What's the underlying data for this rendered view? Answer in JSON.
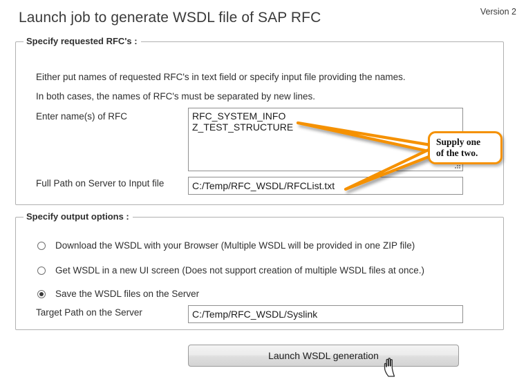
{
  "header": {
    "title": "Launch job to generate WSDL file of SAP RFC",
    "version": "Version 2"
  },
  "rfc_section": {
    "legend": "Specify requested RFC's :",
    "info_line_1": "Either put names of requested RFC's in text field or specify input file providing the names.",
    "info_line_2": "In both cases, the names of RFC's must be separated by new lines.",
    "rfc_names_label": "Enter name(s) of RFC",
    "rfc_names_value": "RFC_SYSTEM_INFO\nZ_TEST_STRUCTURE",
    "rfc_names_placeholder": "",
    "input_file_label": "Full Path on Server to Input file",
    "input_file_value": "C:/Temp/RFC_WSDL/RFCList.txt",
    "input_file_placeholder": ""
  },
  "output_section": {
    "legend": "Specify output options :",
    "options": [
      {
        "label": "Download the WSDL with your Browser (Multiple WSDL will be provided in one ZIP file)",
        "selected": false
      },
      {
        "label": "Get WSDL in a new UI screen (Does not support creation of multiple WSDL files at once.)",
        "selected": false
      },
      {
        "label": "Save the WSDL files on the Server",
        "selected": true
      }
    ],
    "target_path_label": "Target Path on the Server",
    "target_path_value": "C:/Temp/RFC_WSDL/Syslink",
    "target_path_placeholder": ""
  },
  "actions": {
    "launch_label": "Launch WSDL generation"
  },
  "annotation": {
    "callout_line_1": "Supply one",
    "callout_line_2": "of the two.",
    "accent_color": "#f59100"
  },
  "cursor": {
    "icon": "pointing-hand-cursor"
  }
}
